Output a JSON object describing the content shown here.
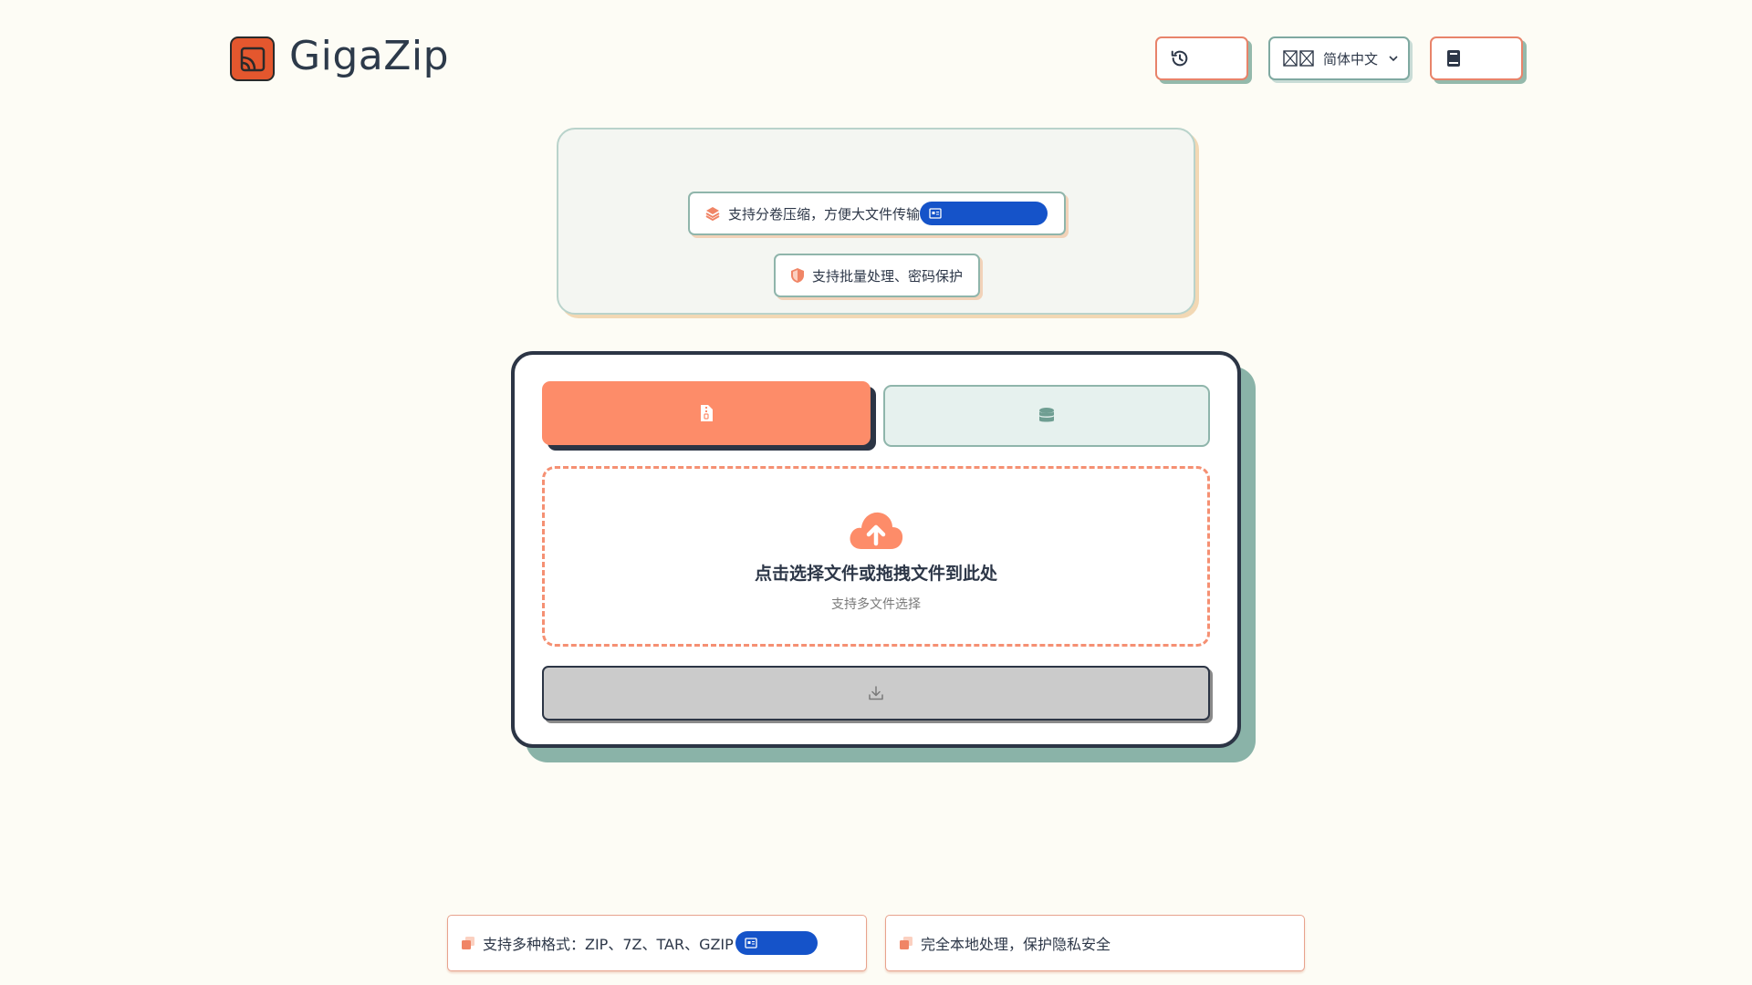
{
  "app": {
    "name": "GigaZip"
  },
  "header": {
    "history_button_label": "",
    "language_select": {
      "value": "简体中文",
      "icon": "translate-icon"
    },
    "docs_button_label": ""
  },
  "features_top": [
    {
      "icon": "layers-icon",
      "text": "支持分卷压缩，方便大文件传输"
    },
    {
      "icon": "shield-icon",
      "text": "支持批量处理、密码保护"
    }
  ],
  "tabs": [
    {
      "icon": "file-zip-icon",
      "label": "",
      "active": true
    },
    {
      "icon": "database-icon",
      "label": "",
      "active": false
    }
  ],
  "dropzone": {
    "icon": "cloud-upload-icon",
    "title": "点击选择文件或拖拽文件到此处",
    "subtitle": "支持多文件选择"
  },
  "download_button": {
    "icon": "download-icon",
    "label": ""
  },
  "features_bottom": [
    {
      "icon": "copy-icon",
      "text": "支持多种格式：ZIP、7Z、TAR、GZIP"
    },
    {
      "icon": "copy-icon",
      "text": "完全本地处理，保护隐私安全"
    }
  ],
  "colors": {
    "accent": "#fd8c69",
    "brand": "#e4572e",
    "dark": "#2c3545",
    "teal": "#8ab3a8",
    "badge_blue": "#1553c9",
    "background": "#fdfcf5"
  }
}
